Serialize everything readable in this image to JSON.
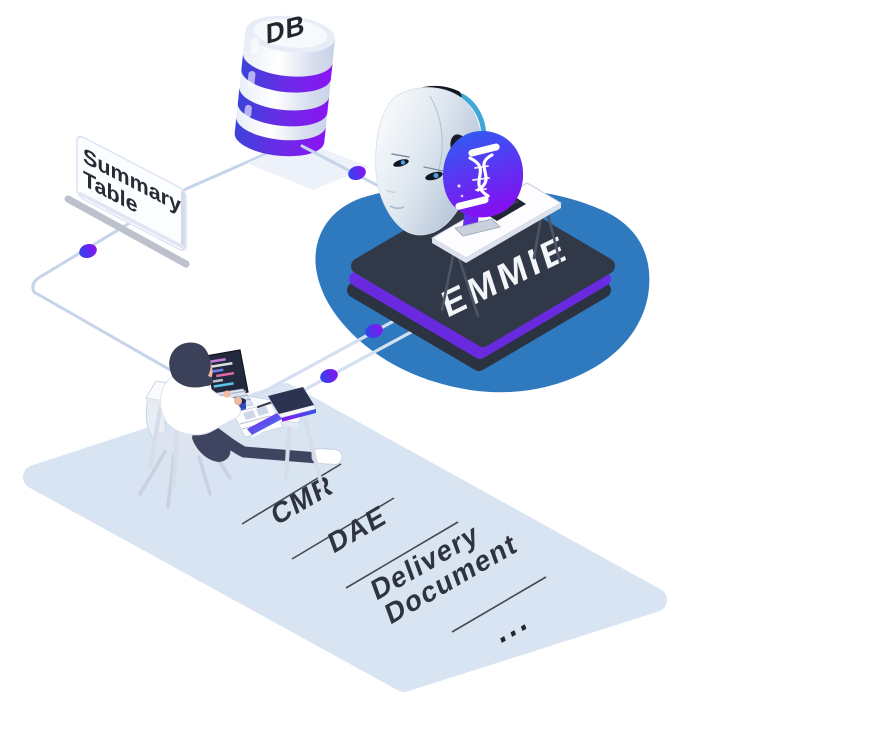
{
  "diagram": {
    "database": {
      "label": "DB"
    },
    "summary_card": {
      "line1": "Summary",
      "line2": "Table"
    },
    "emmie_platform": {
      "label": "EMMIE"
    },
    "document_list": {
      "items": [
        {
          "label": "CMR"
        },
        {
          "label": "DAE"
        },
        {
          "line1": "Delivery",
          "line2": "Document"
        },
        {
          "label": "..."
        }
      ]
    },
    "icons": {
      "database": "db-cylinder-icon",
      "summary_sign": "summary-table-sign-icon",
      "ai_head": "robot-head-icon",
      "dna_screen": "dna-screen-icon",
      "workstation": "workstation-desk-icon",
      "person": "person-at-desk-icon",
      "connector_dot": "connector-dot-icon"
    },
    "colors": {
      "accent_purple": "#8a14f2",
      "accent_blue": "#2d46ee",
      "bg_blob_blue": "#2f79bf",
      "platform_dark": "#313949",
      "plane_light": "#d8e4f2",
      "connector_line": "#c6d4ea",
      "text_dark": "#262b36"
    }
  }
}
